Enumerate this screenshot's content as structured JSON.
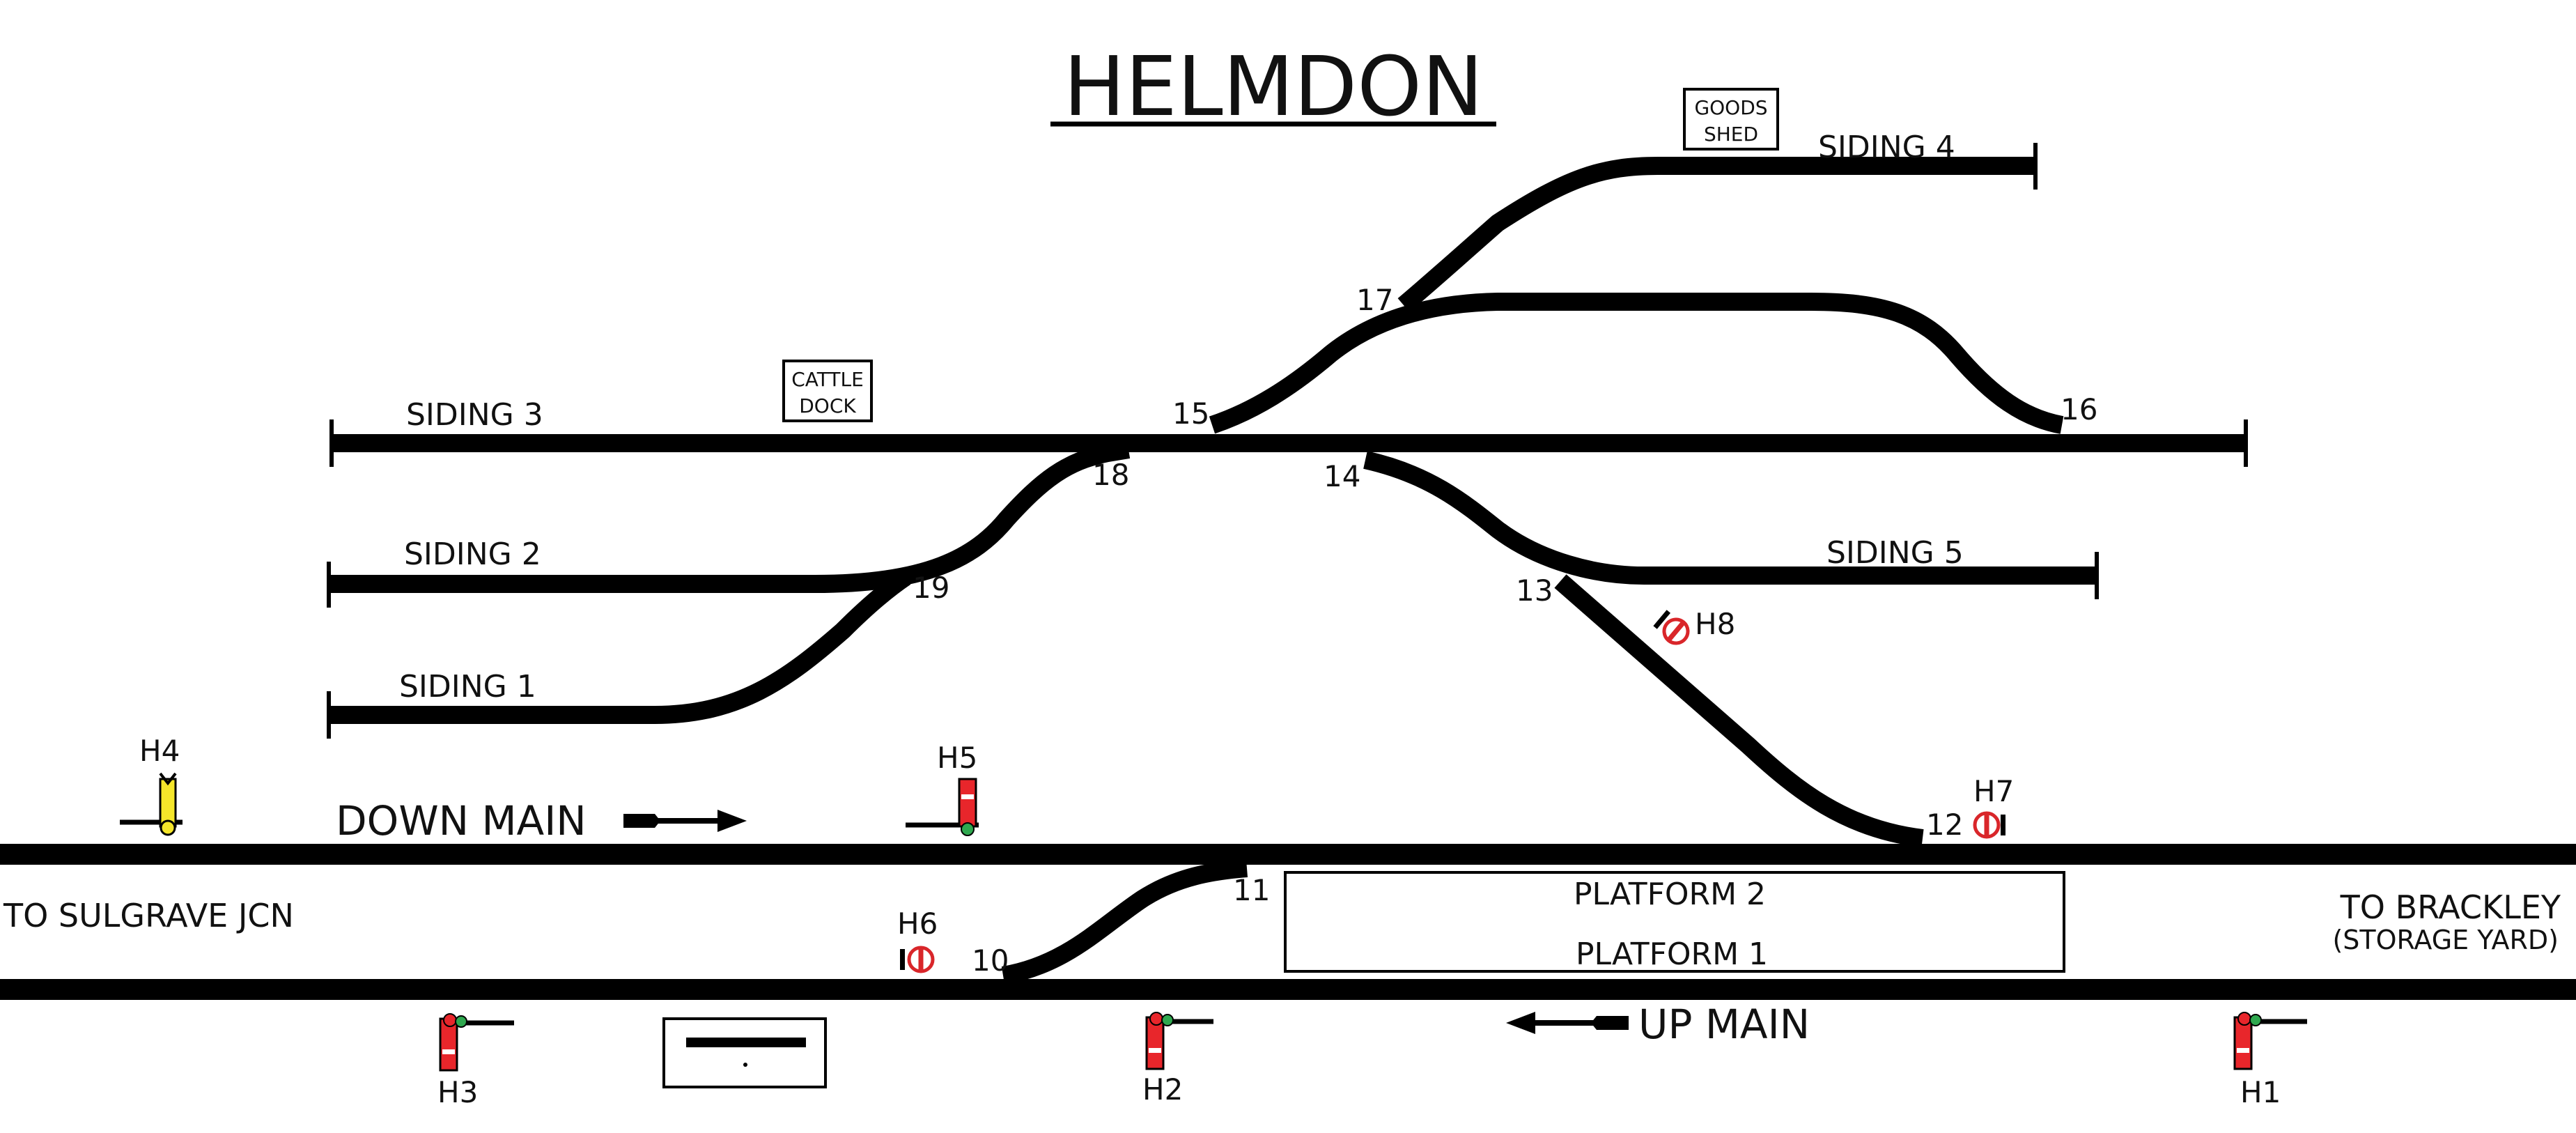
{
  "title": "HELMDON",
  "sidings": {
    "siding1": "SIDING 1",
    "siding2": "SIDING 2",
    "siding3": "SIDING 3",
    "siding4": "SIDING 4",
    "siding5": "SIDING 5"
  },
  "buildings": {
    "cattle_dock_line1": "CATTLE",
    "cattle_dock_line2": "DOCK",
    "goods_shed_line1": "GOODS",
    "goods_shed_line2": "SHED"
  },
  "points": {
    "p10": "10",
    "p11": "11",
    "p12": "12",
    "p13": "13",
    "p14": "14",
    "p15": "15",
    "p16": "16",
    "p17": "17",
    "p18": "18",
    "p19": "19"
  },
  "signals": {
    "h1": "H1",
    "h2": "H2",
    "h3": "H3",
    "h4": "H4",
    "h5": "H5",
    "h6": "H6",
    "h7": "H7",
    "h8": "H8"
  },
  "lines": {
    "down_main": "DOWN MAIN",
    "up_main": "UP MAIN"
  },
  "destinations": {
    "west": "TO SULGRAVE JCN",
    "east": "TO BRACKLEY",
    "east_sub": "(STORAGE YARD)"
  },
  "platforms": {
    "platform2": "PLATFORM 2",
    "platform1": "PLATFORM 1"
  },
  "colors": {
    "track": "#000000",
    "signal_red": "#e8262b",
    "signal_yellow": "#f5e62a",
    "signal_green": "#2fa84f",
    "disc_red": "#d9262a"
  },
  "icons": {
    "stop_signal": "semaphore-stop-signal-icon",
    "distant_signal": "semaphore-distant-signal-icon",
    "ground_disc": "ground-disc-signal-icon",
    "direction_arrow": "direction-arrow-icon",
    "signal_box": "signal-box-icon"
  }
}
